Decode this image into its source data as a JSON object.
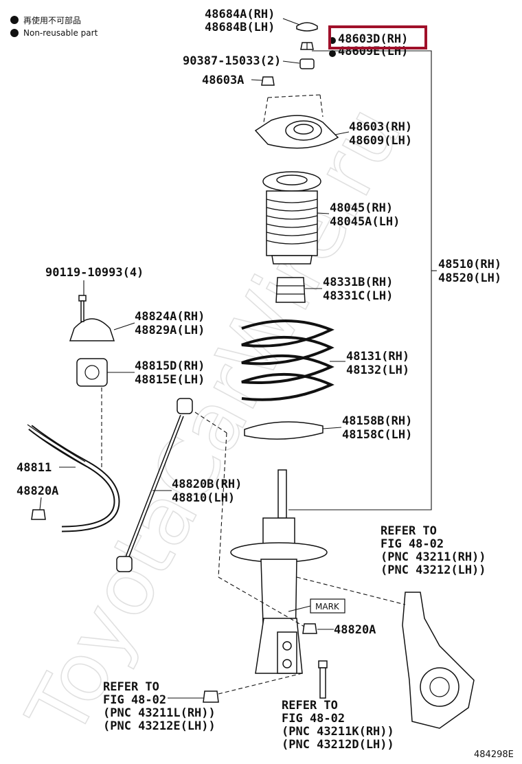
{
  "legend": {
    "reusable_text": "再使用不可部品",
    "nonreusable_text": "Non-reusable part"
  },
  "watermark": "ToyotaCarWire.ru",
  "highlight_color": "#a0102a",
  "labels": {
    "p48684": [
      "48684A(RH)",
      "48684B(LH)"
    ],
    "p48603d": [
      "48603D(RH)",
      "48609E(LH)"
    ],
    "p90387": "90387-15033(2)",
    "p48603a": "48603A",
    "p48603": [
      "48603(RH)",
      "48609(LH)"
    ],
    "p48045": [
      "48045(RH)",
      "48045A(LH)"
    ],
    "p90119": "90119-10993(4)",
    "p48510": [
      "48510(RH)",
      "48520(LH)"
    ],
    "p48331": [
      "48331B(RH)",
      "48331C(LH)"
    ],
    "p48824": [
      "48824A(RH)",
      "48829A(LH)"
    ],
    "p48131": [
      "48131(RH)",
      "48132(LH)"
    ],
    "p48815": [
      "48815D(RH)",
      "48815E(LH)"
    ],
    "p48158": [
      "48158B(RH)",
      "48158C(LH)"
    ],
    "p48811": "48811",
    "p48820b": [
      "48820B(RH)",
      "48810(LH)"
    ],
    "p48820a_left": "48820A",
    "p48820a_right": "48820A",
    "mark": "MARK",
    "refer_knuckle": [
      "REFER TO",
      "FIG 48-02",
      "(PNC 43211(RH))",
      "(PNC 43212(LH))"
    ],
    "refer_bolt_left": [
      "REFER TO",
      "FIG 48-02",
      "(PNC 43211L(RH))",
      "(PNC 43212E(LH))"
    ],
    "refer_bolt_right": [
      "REFER TO",
      "FIG 48-02",
      "(PNC 43211K(RH))",
      "(PNC 43212D(LH))"
    ],
    "figure_id": "484298E"
  }
}
